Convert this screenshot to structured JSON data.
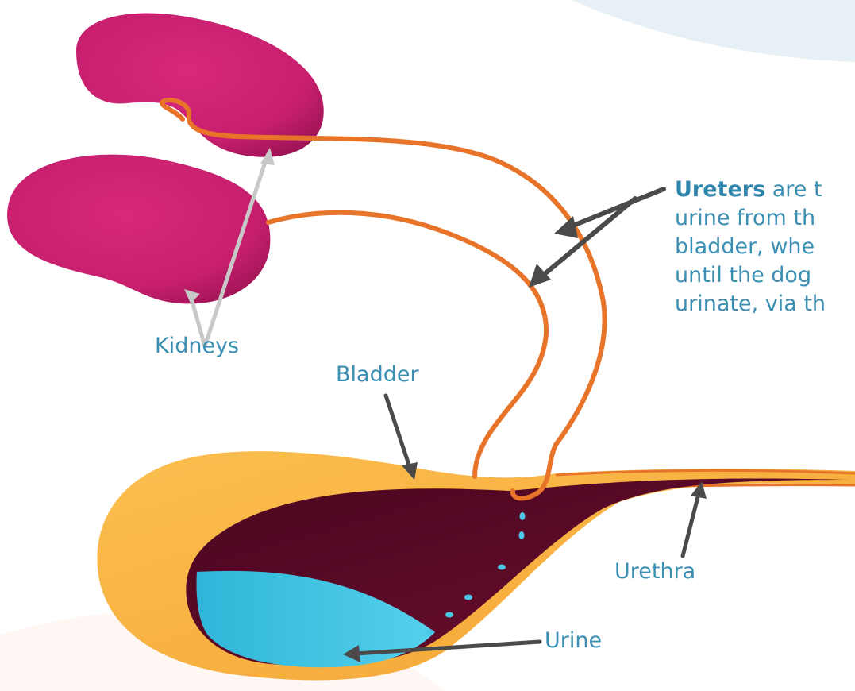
{
  "labels": {
    "kidneys": "Kidneys",
    "bladder": "Bladder",
    "urethra": "Urethra",
    "urine": "Urine"
  },
  "ureters_description": {
    "term": "Ureters",
    "first_line_rest": " are t",
    "lines": [
      "urine from th",
      "bladder, whe",
      "until the dog",
      "urinate, via th"
    ]
  },
  "colors": {
    "kidney": "#c71f6e",
    "ureter": "#e8742a",
    "bladder_wall": "#f9b342",
    "bladder_interior": "#5a0a27",
    "urine": "#3fc4e4",
    "label_text": "#3b8fb3",
    "pointer_dark": "#4a4a4a",
    "pointer_light": "#c8c8c8",
    "background_swoosh": "#e3eef4"
  },
  "icons": {
    "kidney_shape": "kidney-icon",
    "bladder_shape": "bladder-icon",
    "droplet": "droplet-icon"
  }
}
